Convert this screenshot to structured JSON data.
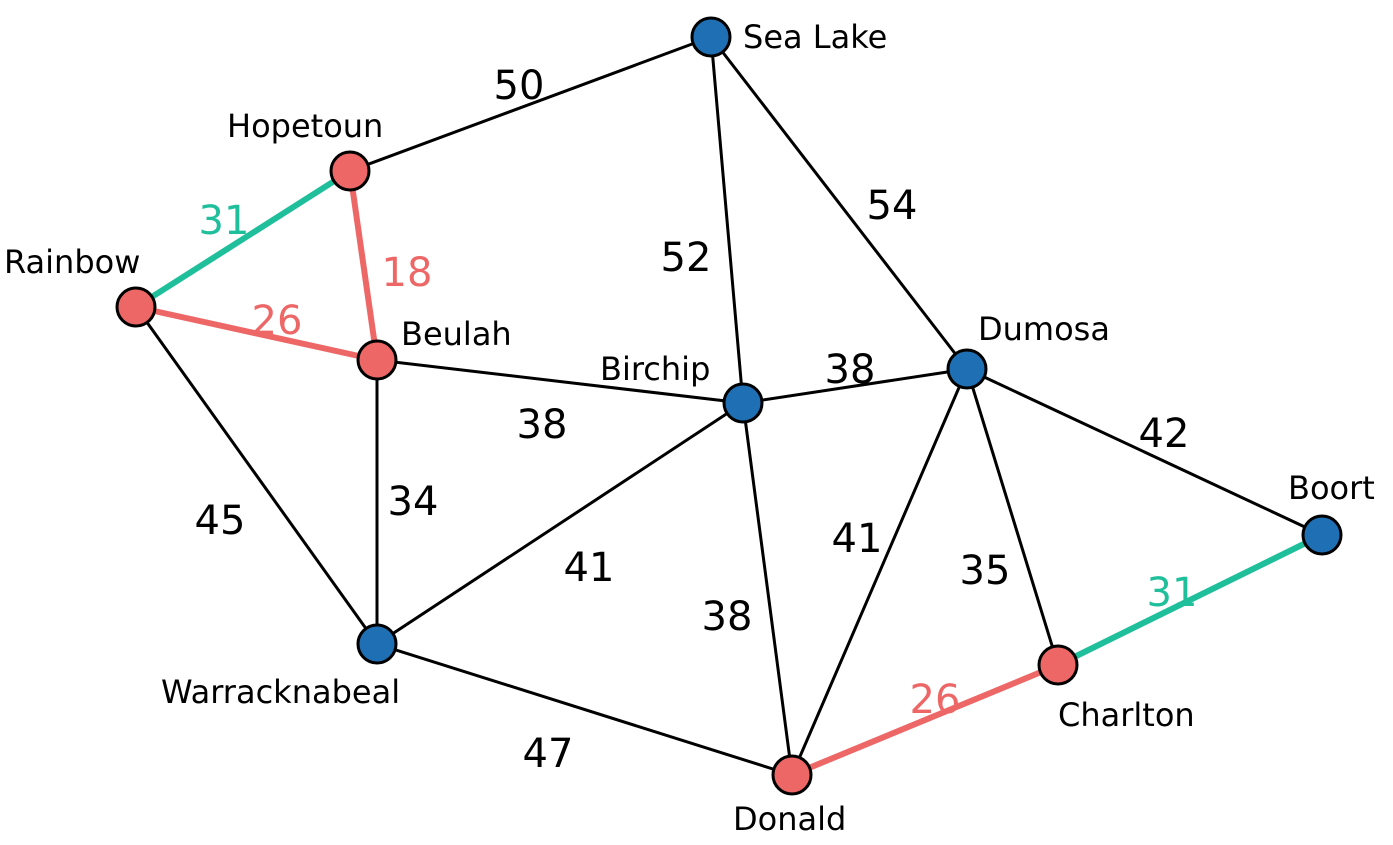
{
  "colors": {
    "default_edge": "#000000",
    "red": "#ee6767",
    "teal": "#1fbf9c",
    "blue_node": "#1f6fb4",
    "red_node": "#ee6767",
    "label_default": "#000000"
  },
  "nodes": [
    {
      "id": "sea-lake",
      "label": "Sea Lake",
      "color": "blue"
    },
    {
      "id": "hopetoun",
      "label": "Hopetoun",
      "color": "red"
    },
    {
      "id": "rainbow",
      "label": "Rainbow",
      "color": "red"
    },
    {
      "id": "beulah",
      "label": "Beulah",
      "color": "red"
    },
    {
      "id": "birchip",
      "label": "Birchip",
      "color": "blue"
    },
    {
      "id": "dumosa",
      "label": "Dumosa",
      "color": "blue"
    },
    {
      "id": "boort",
      "label": "Boort",
      "color": "blue"
    },
    {
      "id": "warracknabeal",
      "label": "Warracknabeal",
      "color": "blue"
    },
    {
      "id": "donald",
      "label": "Donald",
      "color": "red"
    },
    {
      "id": "charlton",
      "label": "Charlton",
      "color": "red"
    }
  ],
  "edges": [
    {
      "from": "hopetoun",
      "to": "sea-lake",
      "weight": "50",
      "highlight": "none"
    },
    {
      "from": "sea-lake",
      "to": "birchip",
      "weight": "52",
      "highlight": "none"
    },
    {
      "from": "sea-lake",
      "to": "dumosa",
      "weight": "54",
      "highlight": "none"
    },
    {
      "from": "rainbow",
      "to": "hopetoun",
      "weight": "31",
      "highlight": "teal"
    },
    {
      "from": "hopetoun",
      "to": "beulah",
      "weight": "18",
      "highlight": "red"
    },
    {
      "from": "rainbow",
      "to": "beulah",
      "weight": "26",
      "highlight": "red"
    },
    {
      "from": "rainbow",
      "to": "warracknabeal",
      "weight": "45",
      "highlight": "none"
    },
    {
      "from": "beulah",
      "to": "birchip",
      "weight": "38",
      "highlight": "none"
    },
    {
      "from": "beulah",
      "to": "warracknabeal",
      "weight": "34",
      "highlight": "none"
    },
    {
      "from": "birchip",
      "to": "dumosa",
      "weight": "38",
      "highlight": "none"
    },
    {
      "from": "warracknabeal",
      "to": "birchip",
      "weight": "41",
      "highlight": "none"
    },
    {
      "from": "birchip",
      "to": "donald",
      "weight": "38",
      "highlight": "none"
    },
    {
      "from": "dumosa",
      "to": "boort",
      "weight": "42",
      "highlight": "none"
    },
    {
      "from": "donald",
      "to": "dumosa",
      "weight": "41",
      "highlight": "none"
    },
    {
      "from": "dumosa",
      "to": "charlton",
      "weight": "35",
      "highlight": "none"
    },
    {
      "from": "charlton",
      "to": "boort",
      "weight": "31",
      "highlight": "teal"
    },
    {
      "from": "warracknabeal",
      "to": "donald",
      "weight": "47",
      "highlight": "none"
    },
    {
      "from": "donald",
      "to": "charlton",
      "weight": "26",
      "highlight": "red"
    }
  ]
}
